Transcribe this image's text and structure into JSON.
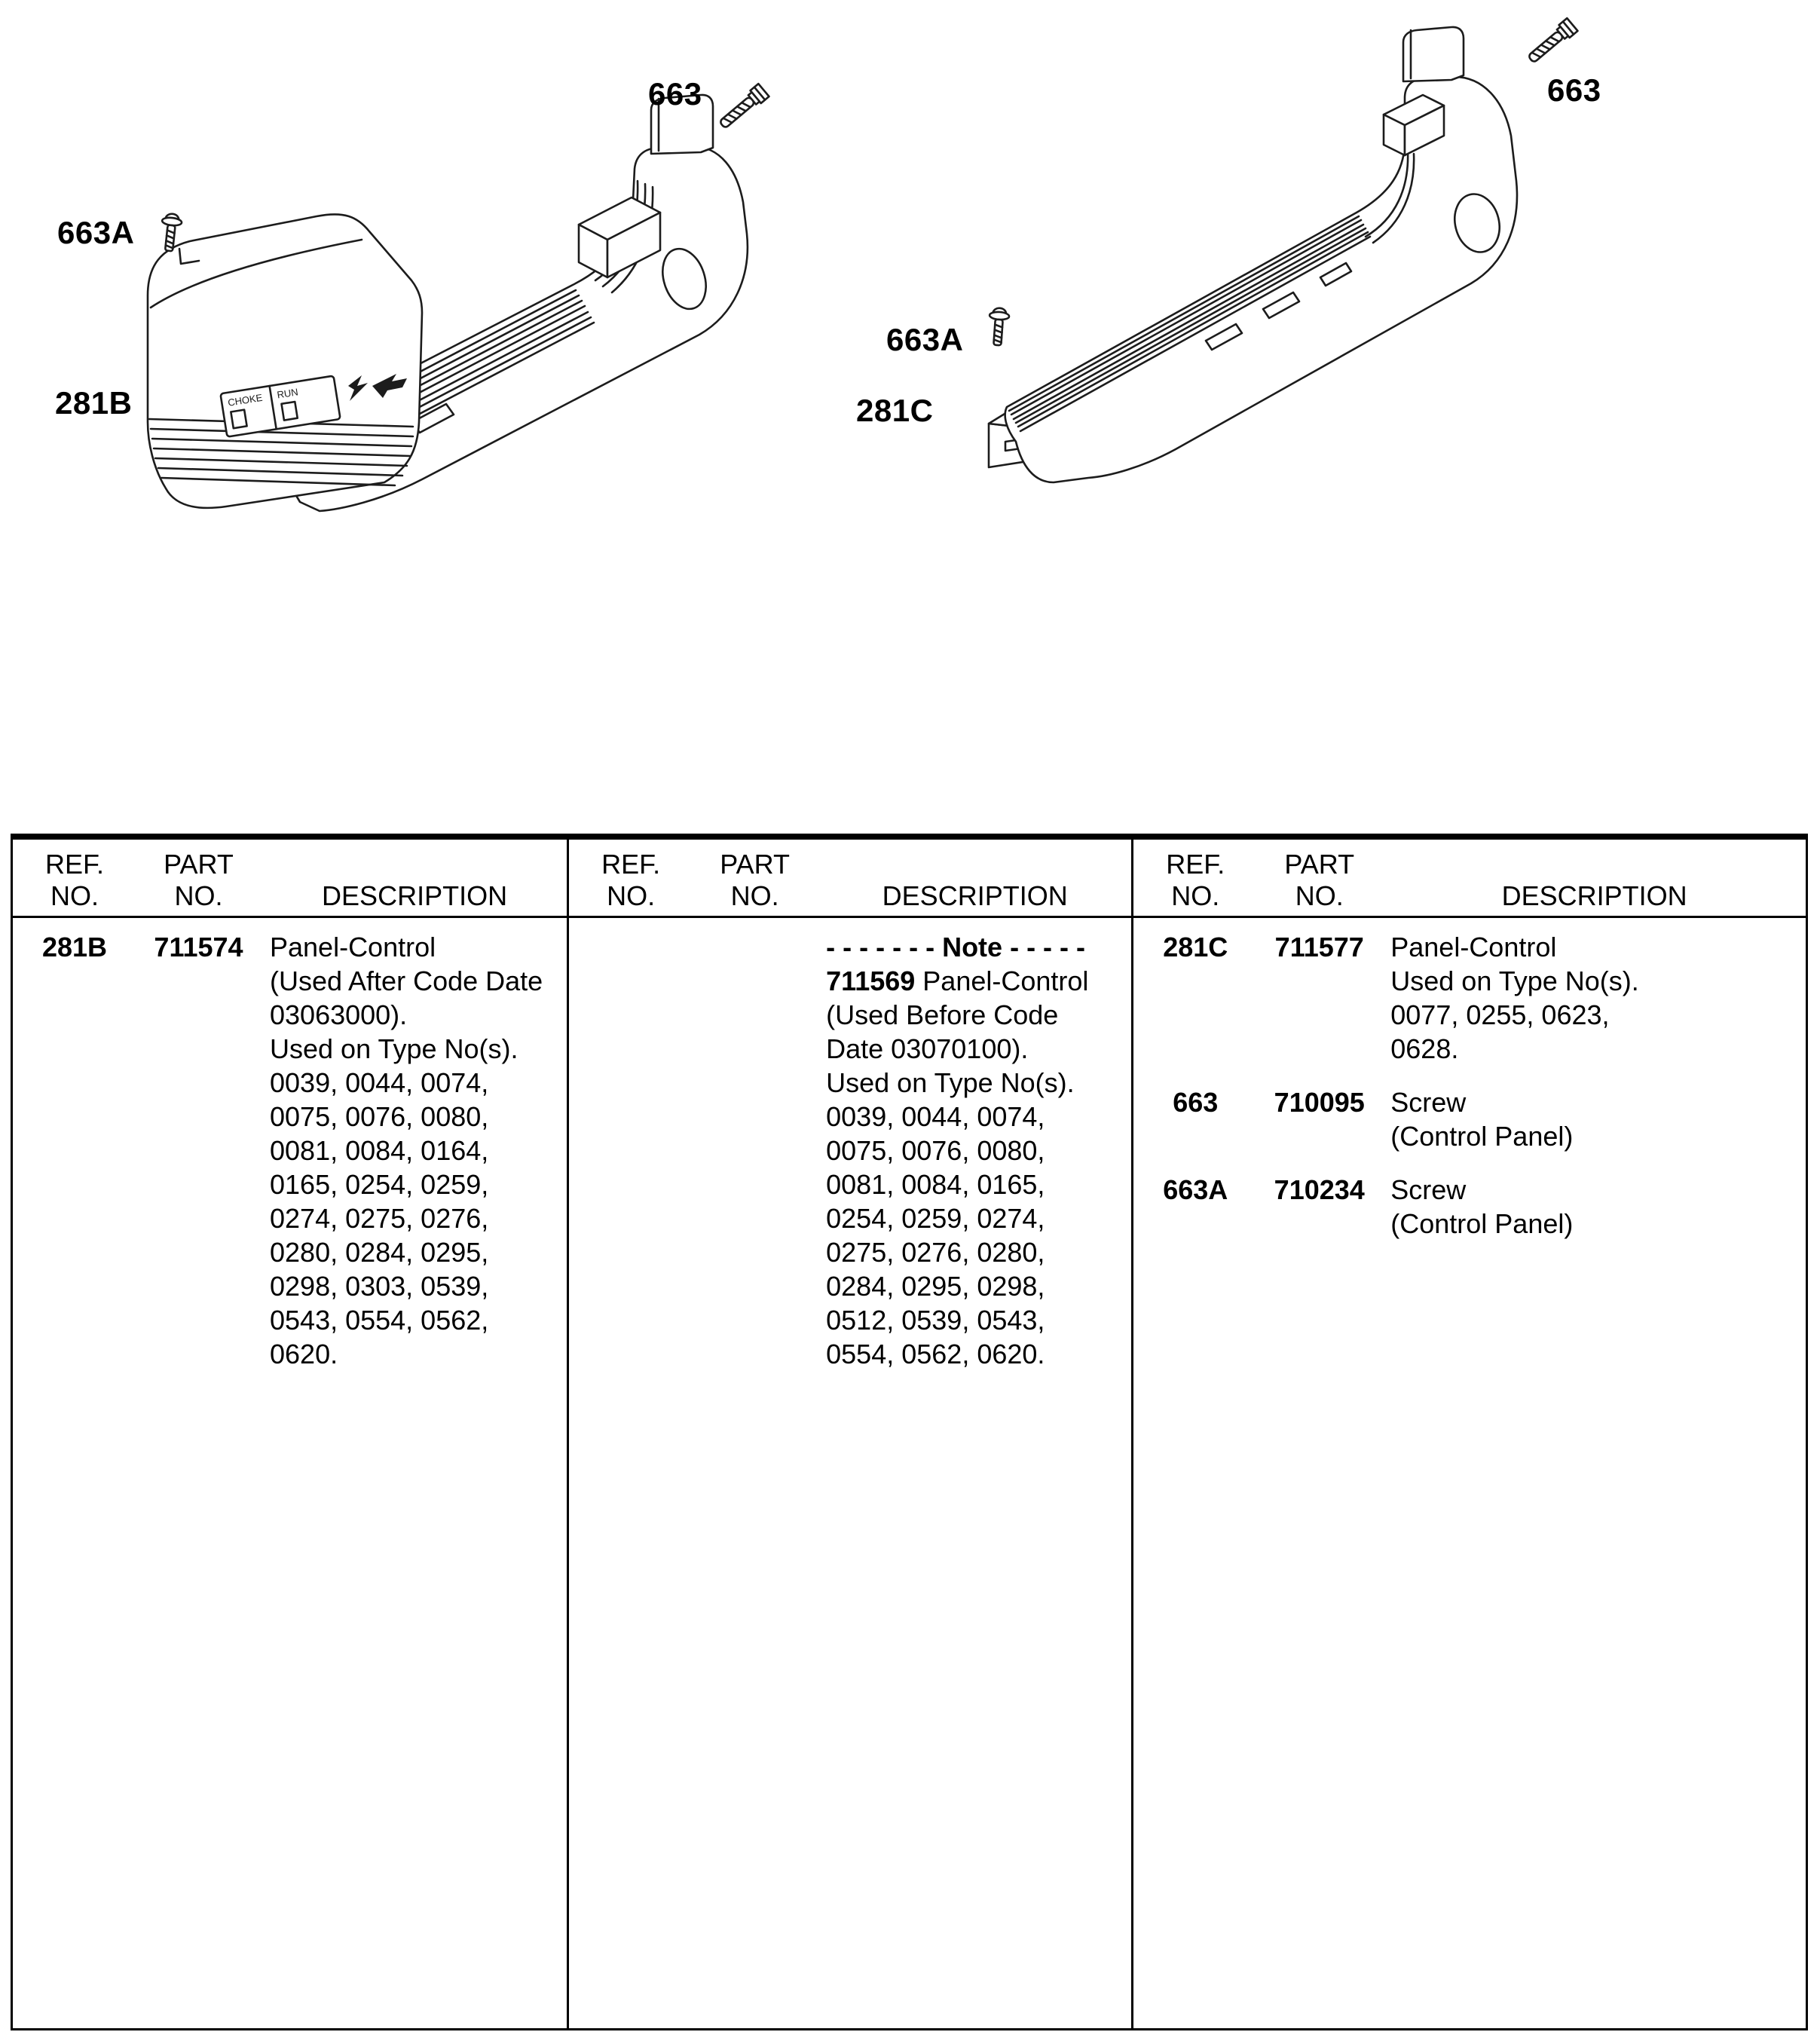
{
  "page": {
    "background": "#ffffff",
    "ink": "#000000"
  },
  "diagram": {
    "left": {
      "screw_label": "663",
      "small_screw_label": "663A",
      "panel_label": "281B",
      "plate_choke": "CHOKE",
      "plate_run": "RUN"
    },
    "right": {
      "screw_label": "663",
      "small_screw_label": "663A",
      "panel_label": "281C"
    }
  },
  "table": {
    "headers": {
      "ref_line1": "REF.",
      "ref_line2": "NO.",
      "part_line1": "PART",
      "part_line2": "NO.",
      "desc": "DESCRIPTION"
    },
    "columns": [
      {
        "entries": [
          {
            "ref": "281B",
            "part": "711574",
            "desc": [
              "Panel-Control",
              "(Used After Code Date",
              "03063000).",
              "Used on Type No(s).",
              "0039, 0044, 0074,",
              "0075, 0076, 0080,",
              "0081, 0084, 0164,",
              "0165, 0254, 0259,",
              "0274, 0275, 0276,",
              "0280, 0284, 0295,",
              "0298, 0303, 0539,",
              "0543, 0554, 0562,",
              "0620."
            ]
          }
        ]
      },
      {
        "entries": [
          {
            "ref": "",
            "part": "",
            "desc": [
              [
                {
                  "t": "- - - - - - - Note - - - - -",
                  "b": true
                }
              ],
              [
                {
                  "t": "711569",
                  "b": true
                },
                {
                  "t": " Panel-Control",
                  "b": false
                }
              ],
              "(Used Before Code",
              "Date 03070100).",
              "Used on Type No(s).",
              "0039, 0044, 0074,",
              "0075, 0076, 0080,",
              "0081, 0084, 0165,",
              "0254, 0259, 0274,",
              "0275, 0276, 0280,",
              "0284, 0295, 0298,",
              "0512, 0539, 0543,",
              "0554, 0562, 0620."
            ]
          }
        ]
      },
      {
        "entries": [
          {
            "ref": "281C",
            "part": "711577",
            "desc": [
              "Panel-Control",
              "Used on Type No(s).",
              "0077, 0255, 0623,",
              "0628."
            ]
          },
          {
            "ref": "663",
            "part": "710095",
            "desc": [
              "Screw",
              "(Control Panel)"
            ]
          },
          {
            "ref": "663A",
            "part": "710234",
            "desc": [
              "Screw",
              "(Control Panel)"
            ]
          }
        ]
      }
    ]
  }
}
